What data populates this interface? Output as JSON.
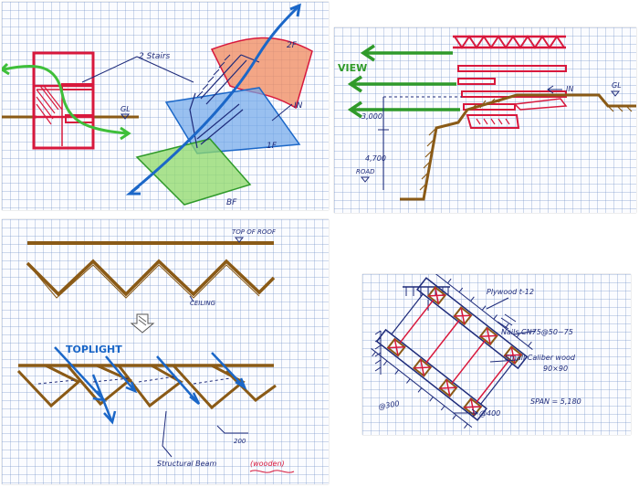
{
  "sheet1": {
    "stairs_label": "2 Stairs",
    "gl_label": "GL",
    "floor_2f": "2F",
    "in_label": "IN",
    "floor_1f": "1F",
    "floor_bf": "BF"
  },
  "sheet2": {
    "view_label": "VIEW",
    "in_label": "IN",
    "gl_label": "GL",
    "dim_upper": "3,000",
    "dim_lower": "4,700",
    "road_label": "ROAD"
  },
  "sheet3": {
    "top_of_roof": "TOP OF ROOF",
    "ceiling": "CEILING",
    "toplight": "TOPLIGHT",
    "dim_200": "200",
    "structural_beam": "Structural Beam",
    "wooden": "(wooden)"
  },
  "sheet4": {
    "plywood": "Plywood t-12",
    "nails": "Nails CN75@50~75",
    "small_caliber": "Small Caliber wood",
    "size": "90×90",
    "dim_300": "@300",
    "span": "SPAN = 5,180",
    "dim_400": "@400"
  },
  "colors": {
    "red": "#d8183c",
    "blue": "#1b67c8",
    "green": "#3fbf3a",
    "brown": "#8a5a16",
    "orange_fill": "#f08a5d",
    "blue_fill": "#6fa6ea",
    "green_fill": "#8fd96a",
    "ink": "#1d2a7a"
  }
}
